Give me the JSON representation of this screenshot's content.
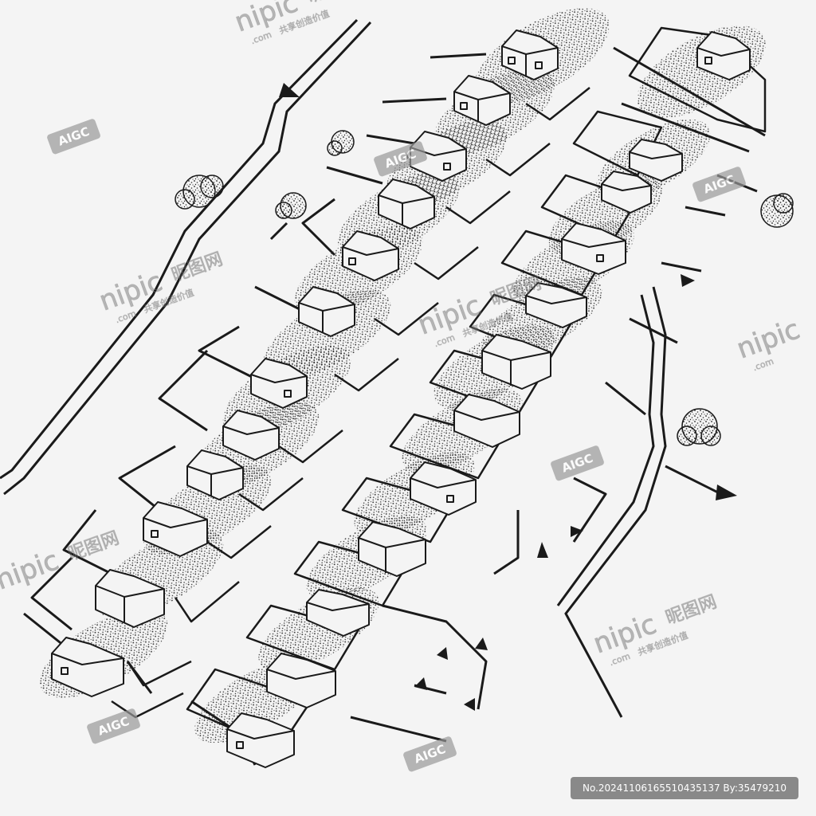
{
  "watermark": {
    "brand": "nipic",
    "brand_cn": "昵图网",
    "domain": ".com",
    "tagline": "共享创造价值",
    "badge": "AIGC"
  },
  "image_id": "No.20241106165510435137 By:35479210",
  "colors": {
    "background": "#f4f4f4",
    "ink": "#1a1a1a",
    "lawn": "#7a7a7a",
    "watermark": "#ffffff",
    "strip": "#6e6e6e"
  }
}
